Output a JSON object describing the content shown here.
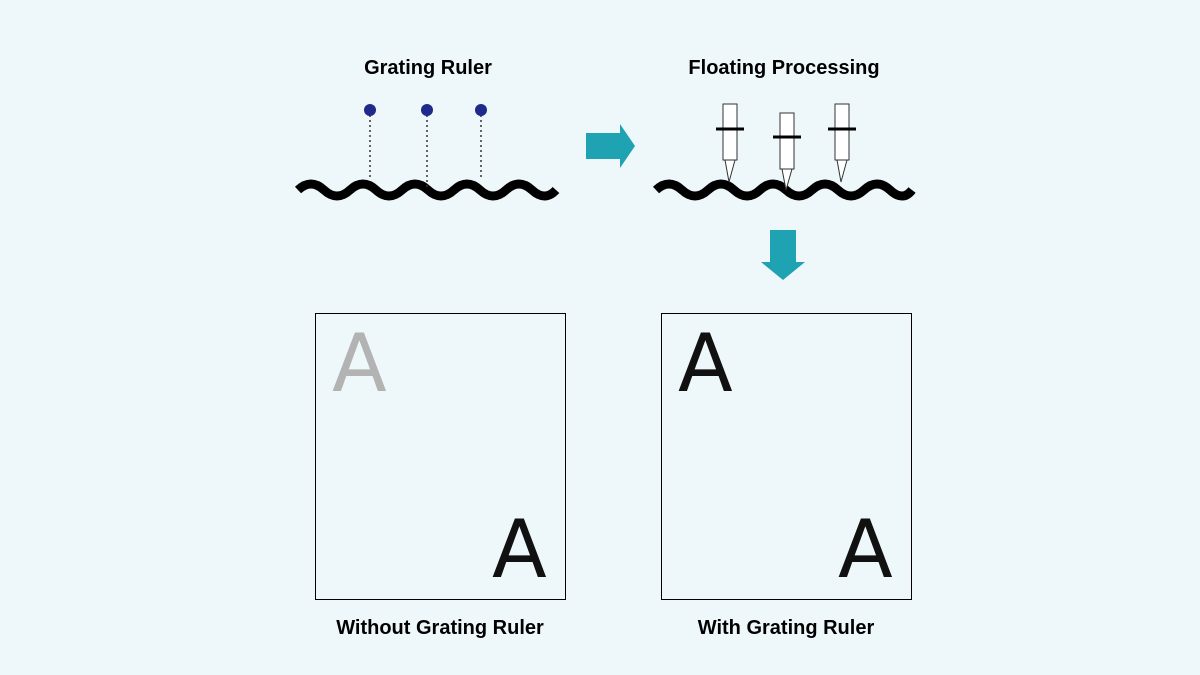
{
  "labels": {
    "grating_ruler": "Grating Ruler",
    "floating_processing": "Floating Processing",
    "without_grating_ruler": "Without Grating Ruler",
    "with_grating_ruler": "With Grating Ruler"
  },
  "panels": {
    "without": {
      "top_left_letter": "A",
      "bottom_right_letter": "A"
    },
    "with": {
      "top_left_letter": "A",
      "bottom_right_letter": "A"
    }
  },
  "colors": {
    "background": "#eef8fb",
    "arrow": "#1fa3b3",
    "probe_dot": "#1f2a8a",
    "faded_letter": "#b3b3b3"
  }
}
